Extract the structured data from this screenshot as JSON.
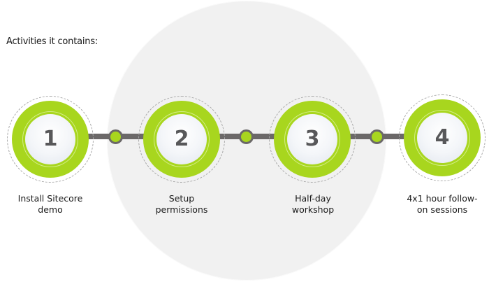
{
  "heading": "Activities it contains:",
  "colors": {
    "accent_green": "#a8d61e",
    "connector_gray": "#6b6868",
    "background_circle": "#f1f1f1",
    "number_color": "#58585a"
  },
  "steps": [
    {
      "number": "1",
      "label_line1": "Install Sitecore",
      "label_line2": "demo"
    },
    {
      "number": "2",
      "label_line1": "Setup",
      "label_line2": "permissions"
    },
    {
      "number": "3",
      "label_line1": "Half-day",
      "label_line2": "workshop"
    },
    {
      "number": "4",
      "label_line1": "4x1 hour follow-",
      "label_line2": "on sessions"
    }
  ]
}
